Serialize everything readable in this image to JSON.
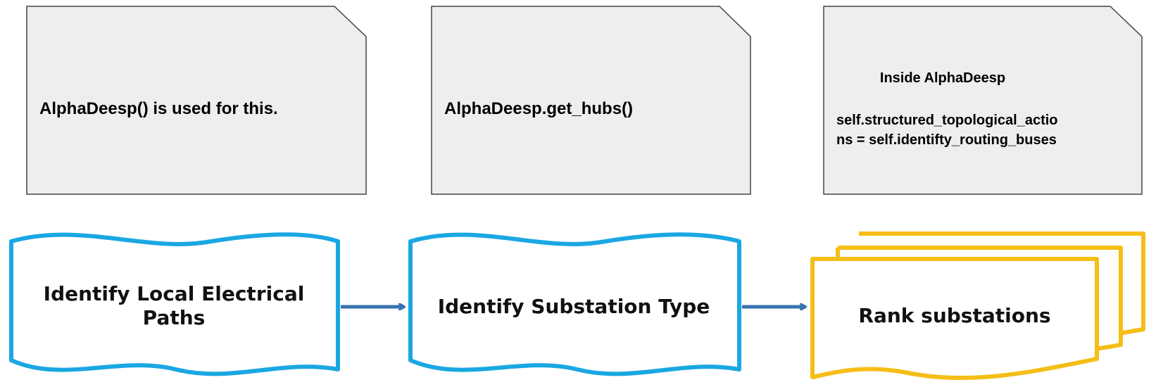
{
  "colors": {
    "note_fill": "#eeeeee",
    "note_stroke": "#444444",
    "tape_stroke": "#1aa7e2",
    "multidoc_stroke": "#f5be16",
    "arrow": "#3a73b0"
  },
  "notes": [
    {
      "lines": [
        "AlphaDeesp() is used for this."
      ]
    },
    {
      "lines": [
        "AlphaDeesp.get_hubs()"
      ]
    },
    {
      "title": "Inside AlphaDeesp",
      "lines": [
        "self.structured_topological_actio",
        "ns = self.identifty_routing_buses"
      ]
    }
  ],
  "process": [
    {
      "shape": "tape",
      "lines": [
        "Identify Local Electrical",
        "Paths"
      ]
    },
    {
      "shape": "tape",
      "lines": [
        "Identify Substation Type"
      ]
    },
    {
      "shape": "multi-document",
      "lines": [
        "Rank substations"
      ]
    }
  ]
}
